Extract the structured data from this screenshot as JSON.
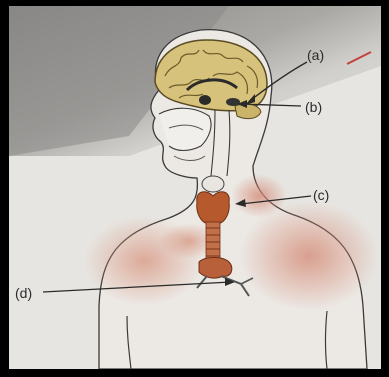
{
  "diagram": {
    "labels": [
      {
        "id": "a",
        "text": "(a)"
      },
      {
        "id": "b",
        "text": "(b)"
      },
      {
        "id": "c",
        "text": "(c)"
      },
      {
        "id": "d",
        "text": "(d)"
      }
    ],
    "colors": {
      "paper": "#e6e4e0",
      "shadow": "#8d8c8a",
      "skin_tint": "#d9a190",
      "brain": "#d6c27a",
      "brain_fold": "#6d5a2a",
      "thyroid": "#b65a2e",
      "line": "#3a3a3a"
    }
  }
}
